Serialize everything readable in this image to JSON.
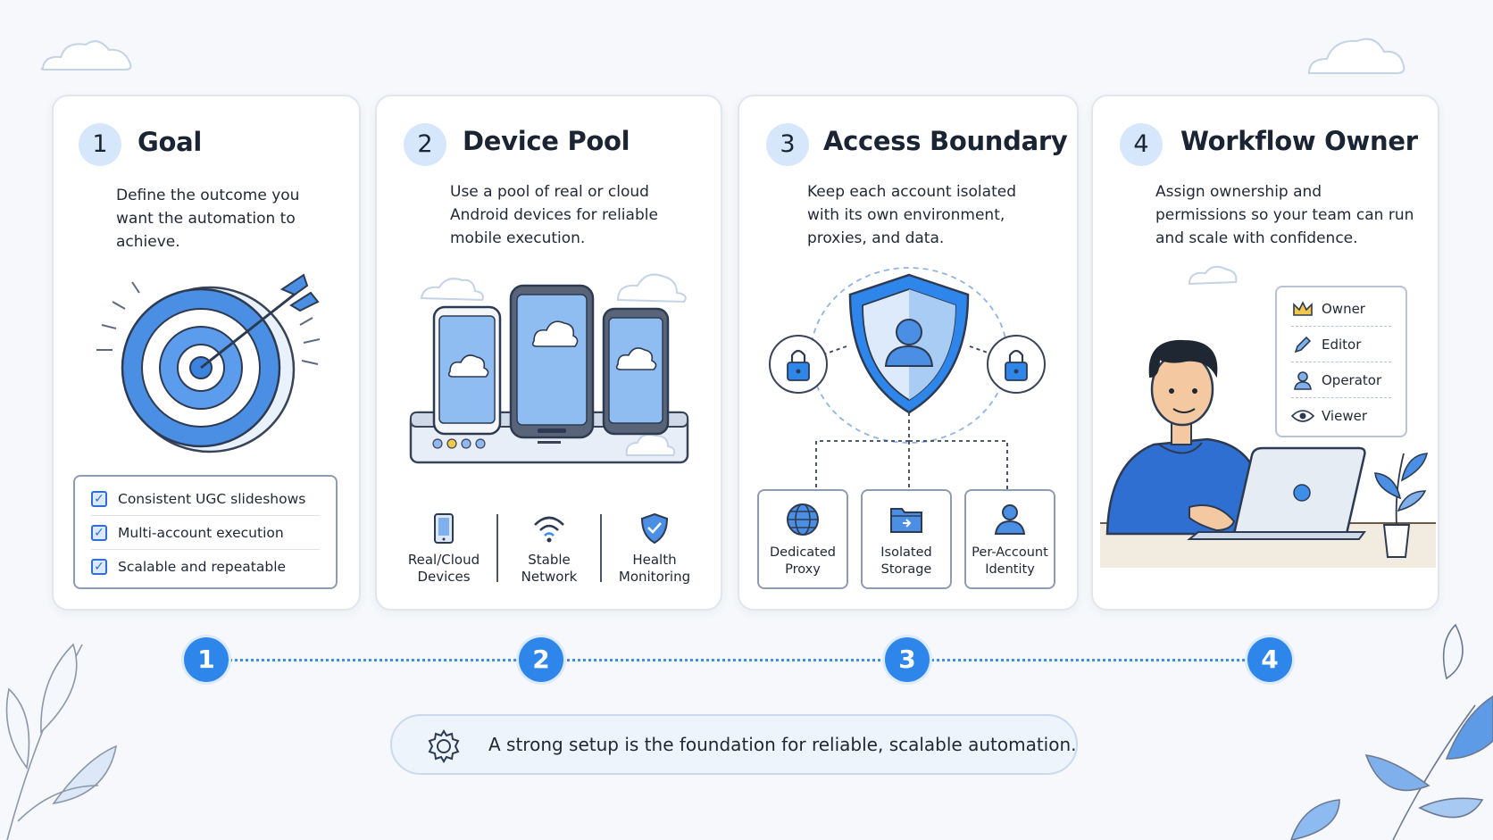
{
  "steps": [
    {
      "number": "1",
      "title": "Goal",
      "description": "Define the outcome you want the automation to achieve.",
      "checklist": [
        "Consistent UGC slideshows",
        "Multi-account execution",
        "Scalable and repeatable"
      ]
    },
    {
      "number": "2",
      "title": "Device Pool",
      "description": "Use a pool of real or cloud Android devices for reliable mobile execution.",
      "features": [
        "Real/Cloud Devices",
        "Stable Network",
        "Health Monitoring"
      ]
    },
    {
      "number": "3",
      "title": "Access Boundary",
      "description": "Keep each account isolated with its own environment, proxies, and data.",
      "tiles": [
        "Dedicated Proxy",
        "Isolated Storage",
        "Per-Account Identity"
      ]
    },
    {
      "number": "4",
      "title": "Workflow Owner",
      "description": "Assign ownership and permissions so your team can run and scale with confidence.",
      "roles": [
        "Owner",
        "Editor",
        "Operator",
        "Viewer"
      ]
    }
  ],
  "timeline": [
    "1",
    "2",
    "3",
    "4"
  ],
  "footer": {
    "text": "A strong setup is the foundation for reliable, scalable automation.",
    "icon": "gear-icon"
  },
  "colors": {
    "accent": "#2f86ea",
    "accent_light": "#d6e6fb",
    "text": "#1b2433"
  }
}
